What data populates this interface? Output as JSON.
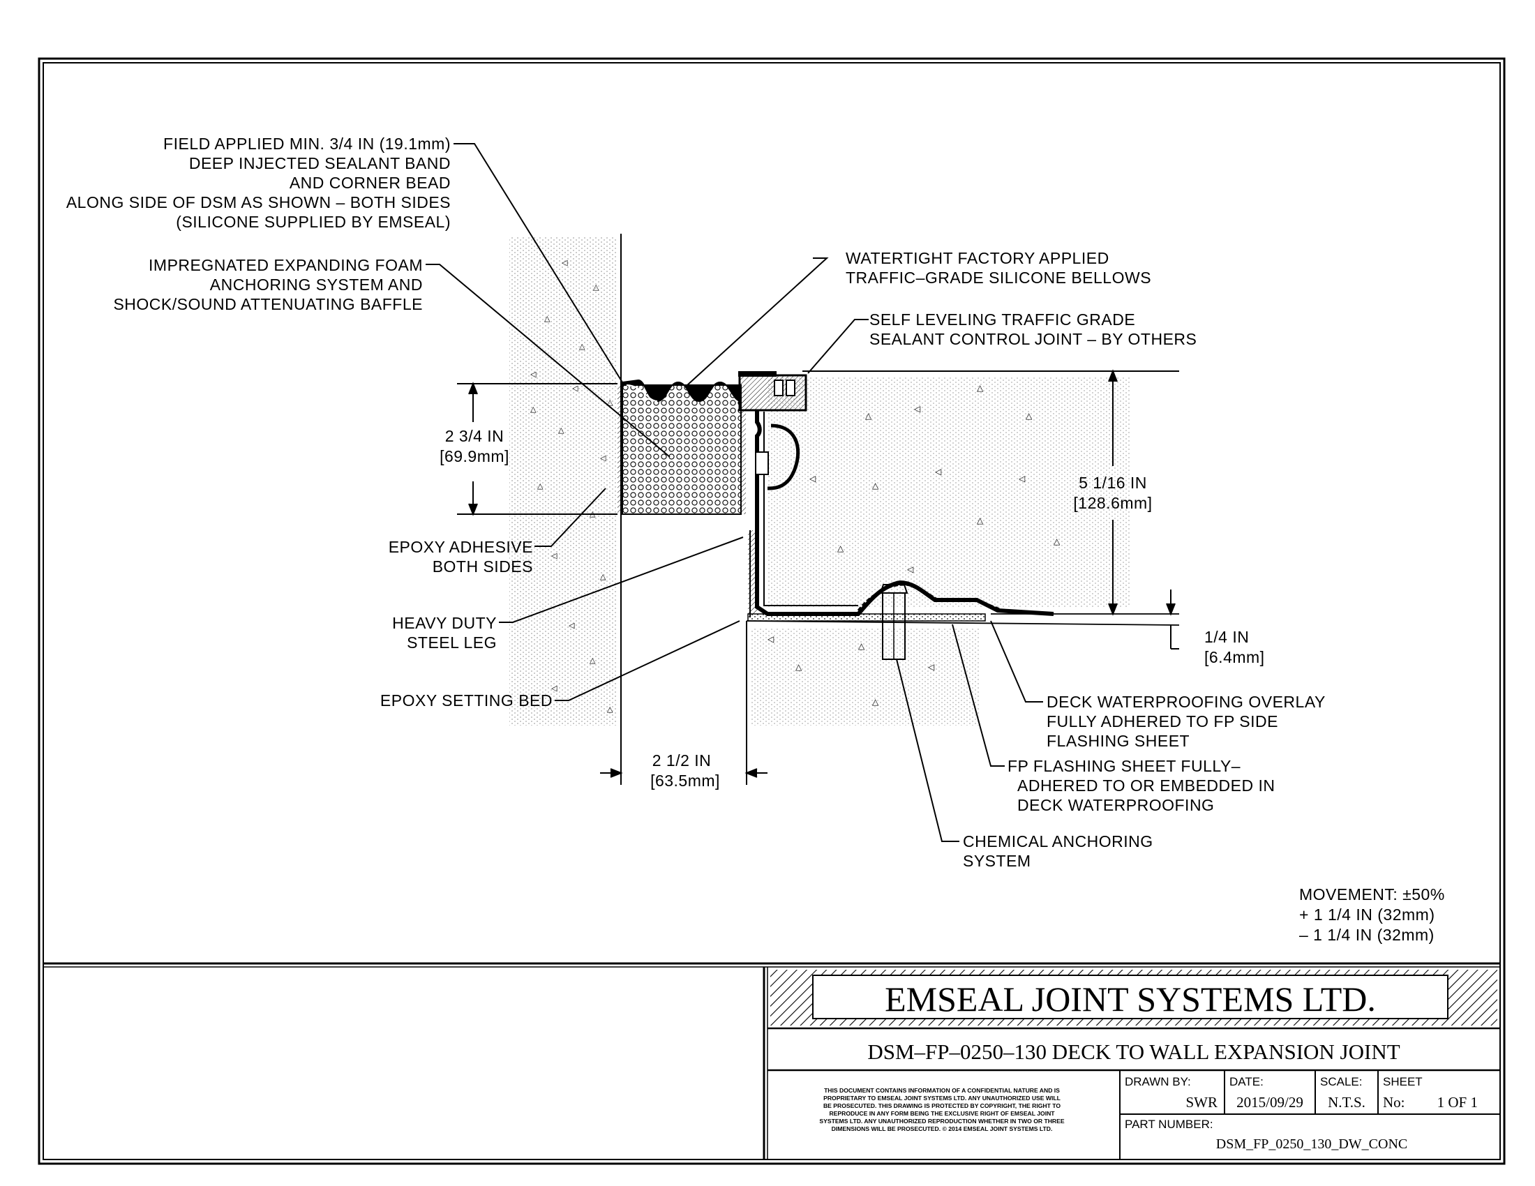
{
  "labels": {
    "sealant": [
      "FIELD APPLIED MIN. 3/4 IN (19.1mm)",
      "DEEP INJECTED SEALANT BAND",
      "AND CORNER BEAD",
      "ALONG SIDE OF DSM AS SHOWN – BOTH SIDES",
      "(SILICONE SUPPLIED BY EMSEAL)"
    ],
    "foam": [
      "IMPREGNATED EXPANDING FOAM",
      "ANCHORING SYSTEM AND",
      "SHOCK/SOUND ATTENUATING BAFFLE"
    ],
    "bellows": [
      "WATERTIGHT FACTORY APPLIED",
      "TRAFFIC–GRADE SILICONE BELLOWS"
    ],
    "control_joint": [
      "SELF LEVELING TRAFFIC GRADE",
      "SEALANT CONTROL JOINT – BY OTHERS"
    ],
    "epoxy_adhesive": [
      "EPOXY ADHESIVE",
      "BOTH SIDES"
    ],
    "steel_leg": [
      "HEAVY DUTY",
      "STEEL LEG"
    ],
    "setting_bed": "EPOXY SETTING BED",
    "overlay": [
      "DECK WATERPROOFING OVERLAY",
      "FULLY ADHERED TO FP SIDE",
      "FLASHING SHEET"
    ],
    "flashing": [
      "FP FLASHING SHEET FULLY–",
      "ADHERED TO OR EMBEDDED IN",
      "DECK WATERPROOFING"
    ],
    "anchoring": [
      "CHEMICAL ANCHORING",
      "SYSTEM"
    ]
  },
  "dimensions": {
    "height_left": [
      "2 3/4 IN",
      "[69.9mm]"
    ],
    "height_right": [
      "5 1/16 IN",
      "[128.6mm]"
    ],
    "thickness": [
      "1/4 IN",
      "[6.4mm]"
    ],
    "width": [
      "2 1/2 IN",
      "[63.5mm]"
    ]
  },
  "movement": [
    "MOVEMENT: ±50%",
    "+ 1 1/4 IN (32mm)",
    "– 1 1/4 IN (32mm)"
  ],
  "title_block": {
    "company": "EMSEAL JOINT SYSTEMS LTD.",
    "title": "DSM–FP–0250–130 DECK TO WALL EXPANSION JOINT",
    "notice": [
      "THIS DOCUMENT CONTAINS INFORMATION OF A CONFIDENTIAL NATURE AND IS",
      "PROPRIETARY TO EMSEAL JOINT SYSTEMS LTD. ANY UNAUTHORIZED USE WILL",
      "BE PROSECUTED. THIS DRAWING IS PROTECTED BY COPYRIGHT, THE RIGHT TO",
      "REPRODUCE IN ANY FORM BEING THE EXCLUSIVE RIGHT OF EMSEAL JOINT",
      "SYSTEMS LTD. ANY UNAUTHORIZED REPRODUCTION WHETHER IN TWO OR THREE",
      "DIMENSIONS WILL BE PROSECUTED. © 2014 EMSEAL JOINT SYSTEMS LTD."
    ],
    "drawn_by_label": "DRAWN BY:",
    "drawn_by": "SWR",
    "date_label": "DATE:",
    "date": "2015/09/29",
    "scale_label": "SCALE:",
    "scale": "N.T.S.",
    "sheet_label": "SHEET",
    "sheet_no_label": "No:",
    "sheet_no": "1 OF 1",
    "part_label": "PART NUMBER:",
    "part_number": "DSM_FP_0250_130_DW_CONC"
  }
}
